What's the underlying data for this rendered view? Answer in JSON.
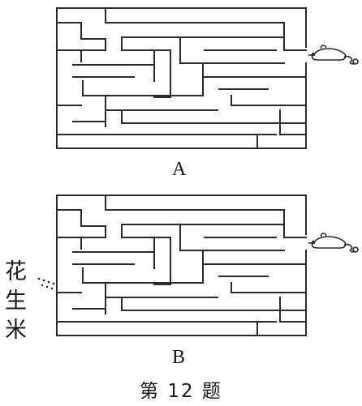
{
  "mazes": [
    {
      "id": "A",
      "label": "A",
      "has_peanut": false
    },
    {
      "id": "B",
      "label": "B",
      "has_peanut": true
    }
  ],
  "peanut_label": [
    "花",
    "生",
    "米"
  ],
  "caption": "第 12 题",
  "icons": {
    "mouse": "mouse-icon"
  },
  "colors": {
    "line": "#2b2b2b",
    "background": "#ffffff"
  }
}
